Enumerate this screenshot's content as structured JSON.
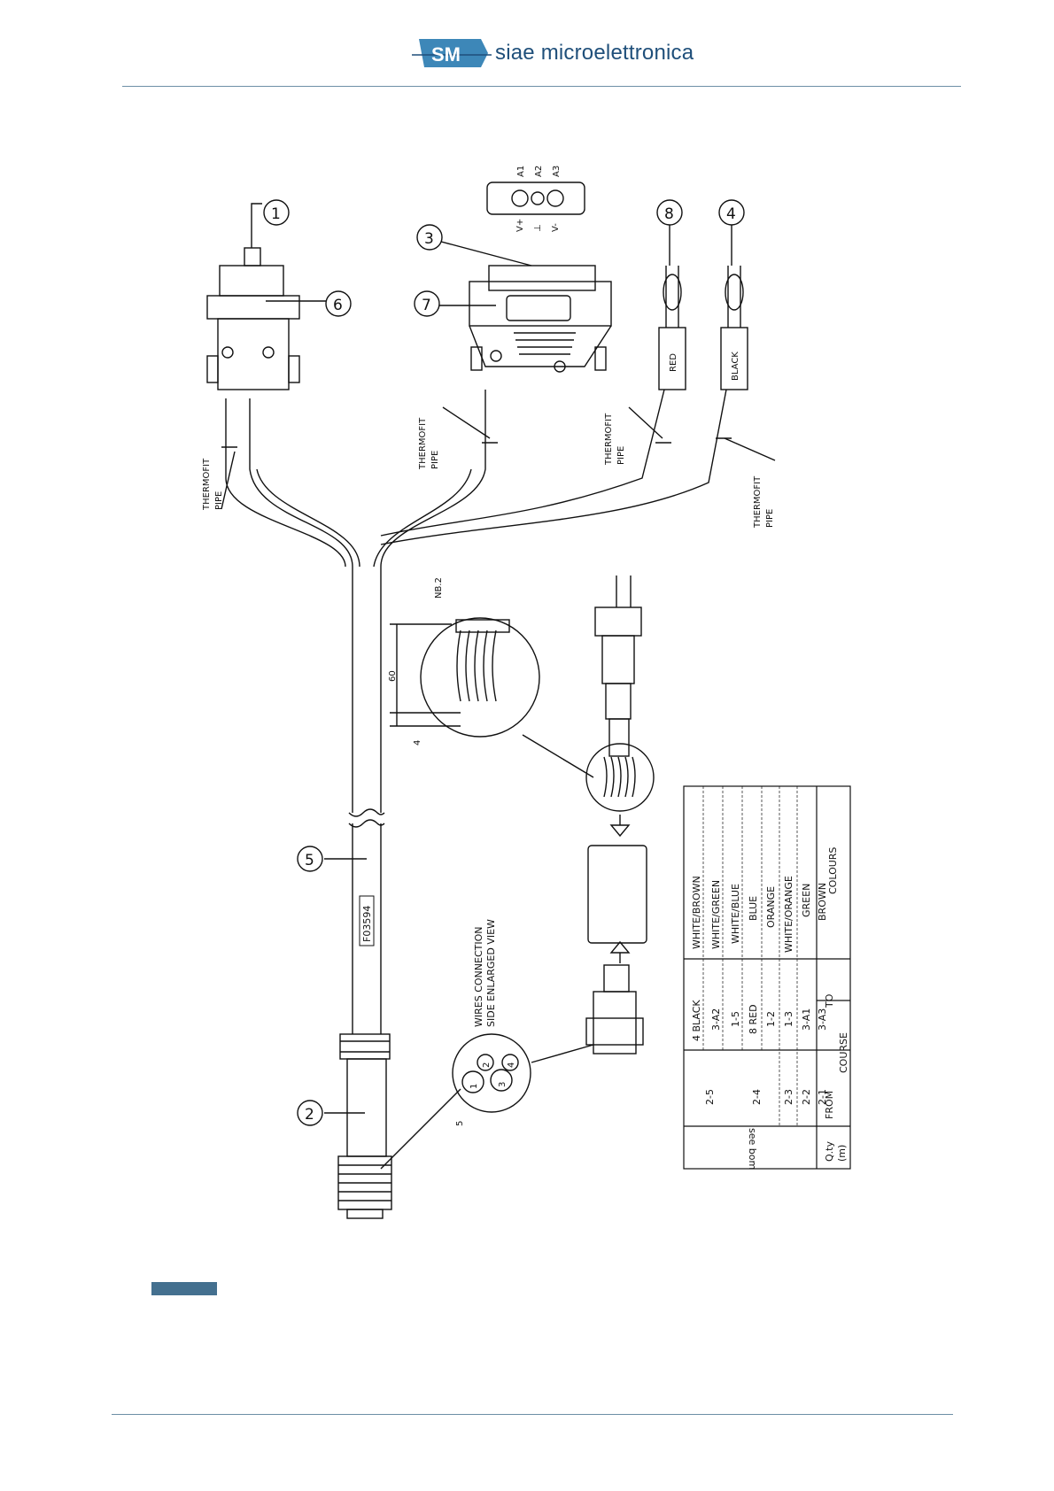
{
  "header": {
    "logo_mark": "SM",
    "brand_name": "siae microelettronica"
  },
  "drawing": {
    "callouts": [
      "1",
      "2",
      "3",
      "4",
      "5",
      "6",
      "7",
      "8"
    ],
    "thermofit_labels": [
      {
        "line1": "THERMOFIT",
        "line2": "PIPE"
      },
      {
        "line1": "THERMOFIT",
        "line2": "PIPE"
      },
      {
        "line1": "THERMOFIT",
        "line2": "PIPE"
      },
      {
        "line1": "THERMOFIT",
        "line2": "PIPE"
      }
    ],
    "connector_pins": [
      "A1",
      "A2",
      "A3"
    ],
    "connector_polarity": [
      "V+",
      "⊥",
      "V-"
    ],
    "plug_labels": [
      "RED",
      "BLACK"
    ],
    "cable_code": "F03594",
    "detail_note": "NB.2",
    "dimension_60": "60",
    "dimension_4": "4",
    "wires_view_line1": "WIRES CONNECTION",
    "wires_view_line2": "SIDE ENLARGED VIEW",
    "pin_numbers": [
      "1",
      "2",
      "3",
      "4",
      "5"
    ]
  },
  "table": {
    "headers": {
      "qty_line1": "Q.ty",
      "qty_line2": "(m)",
      "from": "FROM",
      "to": "TO",
      "course": "COURSE",
      "colours": "COLOURS"
    },
    "qty_value": "see bom",
    "rows": [
      {
        "from": "2-5",
        "to": "4 BLACK",
        "colour": "WHITE/BROWN"
      },
      {
        "from": "",
        "to": "3-A2",
        "colour": "WHITE/GREEN"
      },
      {
        "from": "",
        "to": "1-5",
        "colour": "WHITE/BLUE"
      },
      {
        "from": "2-4",
        "to": "8 RED",
        "colour": "BLUE"
      },
      {
        "from": "",
        "to": "1-2",
        "colour": "ORANGE"
      },
      {
        "from": "2-3",
        "to": "1-3",
        "colour": "WHITE/ORANGE"
      },
      {
        "from": "2-2",
        "to": "3-A1",
        "colour": "GREEN"
      },
      {
        "from": "2-1",
        "to": "3-A3",
        "colour": "BROWN"
      }
    ]
  },
  "colors": {
    "brand_blue": "#1f4f7a",
    "logo_bg": "#3d87b8",
    "rule": "#6d8fa6",
    "tab": "#44708f"
  }
}
